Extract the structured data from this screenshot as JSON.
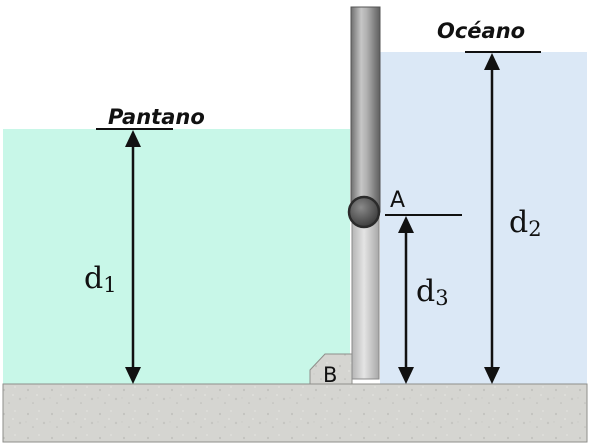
{
  "labels": {
    "swamp": "Pantano",
    "ocean": "Océano",
    "point_a": "A",
    "point_b": "B",
    "d1_base": "d",
    "d1_sub": "1",
    "d2_base": "d",
    "d2_sub": "2",
    "d3_base": "d",
    "d3_sub": "3"
  },
  "colors": {
    "swamp_water": "#c8f7e8",
    "ocean_water": "#dbe8f6",
    "ground": "#d4d4d0",
    "gate": "#9c9c9c",
    "pivot": "#555555",
    "ink": "#111111"
  }
}
